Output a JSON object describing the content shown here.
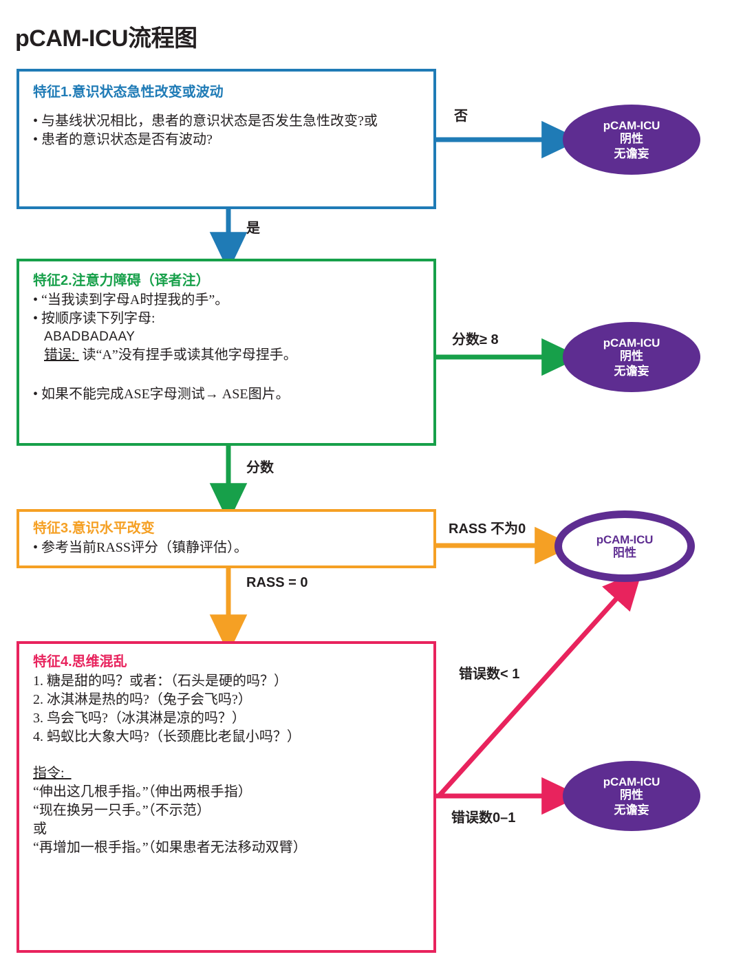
{
  "page": {
    "title": "pCAM-ICU流程图"
  },
  "colors": {
    "feature1": "#1f7bb6",
    "feature2": "#17a04a",
    "feature3": "#f5a024",
    "feature4": "#e8235d",
    "outcome_purple": "#5e2d91",
    "text": "#231f20"
  },
  "features": [
    {
      "id": "feature-1",
      "heading": "特征1.意识状态急性改变或波动",
      "lines": [
        "",
        "• 与基线状况相比，患者的意识状态是否发生急性改变?或",
        "• 患者的意识状态是否有波动?"
      ]
    },
    {
      "id": "feature-2",
      "heading": "特征2.注意力障碍（译者注）",
      "lines": [
        "• “当我读到字母A时捏我的手”。",
        "• 按顺序读下列字母:",
        "ABADBADAAY",
        "错误: 读“A”没有捏手或读其他字母捏手。",
        "",
        "• 如果不能完成ASE字母测试→ ASE图片。"
      ],
      "line_error_prefix": "错误:",
      "line_error_rest": " 读“A”没有捏手或读其他字母捏手。",
      "letters": "ABADBADAAY"
    },
    {
      "id": "feature-3",
      "heading": "特征3.意识水平改变",
      "lines": [
        "• 参考当前RASS评分（镇静评估）。"
      ]
    },
    {
      "id": "feature-4",
      "heading": "特征4.思维混乱",
      "questions": [
        "1. 糖是甜的吗？或者：（石头是硬的吗？）",
        "2. 冰淇淋是热的吗?（兔子会飞吗?）",
        "3. 鸟会飞吗?（冰淇淋是凉的吗？）",
        "4. 蚂蚁比大象大吗?（长颈鹿比老鼠小吗？）"
      ],
      "instruction_label": "指令:",
      "instructions": [
        "“伸出这几根手指。”（伸出两根手指）",
        "“现在换另一只手。”（不示范）",
        "或",
        "“再增加一根手指。”（如果患者无法移动双臂）"
      ]
    }
  ],
  "outcomes": [
    {
      "id": "outcome-negative-1",
      "style": "filled",
      "line1": "pCAM-ICU",
      "line2": "阴性",
      "line3": "无谵妄"
    },
    {
      "id": "outcome-negative-2",
      "style": "filled",
      "line1": "pCAM-ICU",
      "line2": "阴性",
      "line3": "无谵妄"
    },
    {
      "id": "outcome-positive",
      "style": "outline",
      "line1": "pCAM-ICU",
      "line2": "阳性",
      "line3": ""
    },
    {
      "id": "outcome-negative-3",
      "style": "filled",
      "line1": "pCAM-ICU",
      "line2": "阴性",
      "line3": "无谵妄"
    }
  ],
  "edge_labels": {
    "no": "否",
    "yes": "是",
    "score_ge_8": "分数≥ 8",
    "score": "分数",
    "rass_not_zero": "RASS 不为0",
    "rass_zero": "RASS = 0",
    "errors_lt_1": "错误数< 1",
    "errors_0_1": "错误数0–1"
  }
}
